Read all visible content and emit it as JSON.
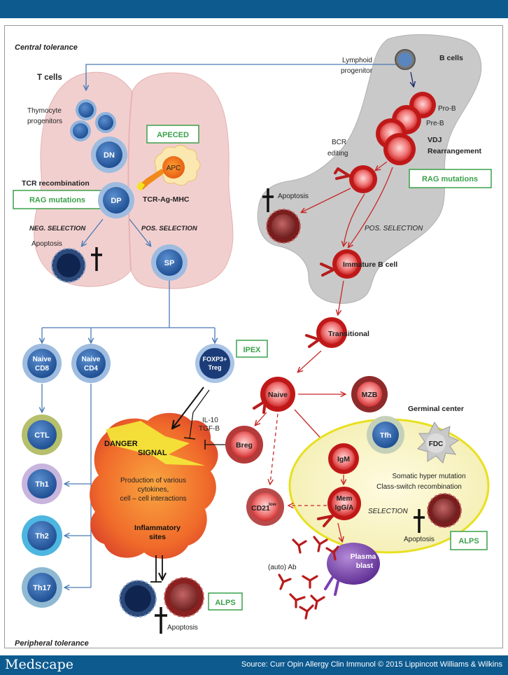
{
  "header": {
    "color": "#0d5a8f"
  },
  "footer": {
    "logo": "Medscape",
    "source": "Source: Curr Opin Allergy Clin Immunol © 2015 Lippincott Williams & Wilkins"
  },
  "diagram": {
    "central_tolerance": "Central tolerance",
    "peripheral_tolerance": "Peripheral tolerance",
    "t_cells": "T cells",
    "b_cells": "B cells",
    "lymphoid_progenitor_1": "Lymphoid",
    "lymphoid_progenitor_2": "progenitor",
    "thymocyte_1": "Thymocyte",
    "thymocyte_2": "progenitors",
    "dn": "DN",
    "dp": "DP",
    "sp": "SP",
    "apc": "APC",
    "tcr_recombination": "TCR recombination",
    "tcr_ag_mhc": "TCR-Ag-MHC",
    "neg_selection": "NEG. SELECTION",
    "pos_selection_t": "POS. SELECTION",
    "apoptosis_t": "Apoptosis",
    "apeced": "APECED",
    "rag_t": "RAG mutations",
    "pro_b": "Pro-B",
    "pre_b": "Pre-B",
    "vdj_1": "VDJ",
    "vdj_2": "Rearrangement",
    "bcr_1": "BCR",
    "bcr_2": "editing",
    "rag_b": "RAG mutations",
    "apoptosis_b": "Apoptosis",
    "pos_selection_b": "POS. SELECTION",
    "immature_b": "Immature B cell",
    "transitional": "Transitional",
    "naive_b": "Naive",
    "mzb": "MZB",
    "germinal_center": "Germinal center",
    "tfh": "Tfh",
    "fdc": "FDC",
    "igm": "IgM",
    "mem_1": "Mem",
    "mem_2": "IgG/A",
    "cd21": "CD21",
    "cd21_sup": "low",
    "shm": "Somatic hyper mutation",
    "csr": "Class-switch recombination",
    "selection_gc": "SELECTION",
    "apoptosis_gc": "Apoptosis",
    "alps_gc": "ALPS",
    "plasma_1": "Plasma",
    "plasma_2": "blast",
    "auto_ab": "(auto) Ab",
    "naive_cd8_1": "Naive",
    "naive_cd8_2": "CD8",
    "naive_cd4_1": "Naive",
    "naive_cd4_2": "CD4",
    "foxp3_1": "FOXP3+",
    "foxp3_2": "Treg",
    "ipex": "IPEX",
    "ctl": "CTL",
    "th1": "Th1",
    "th2": "Th2",
    "th17": "Th17",
    "il10": "IL-10",
    "tgfb": "TGF-B",
    "breg": "Breg",
    "danger": "DANGER",
    "signal": "SIGNAL",
    "production_1": "Production of various",
    "production_2": "cytokines,",
    "production_3": "cell – cell interactions",
    "inflammatory_1": "Inflammatory",
    "inflammatory_2": "sites",
    "alps_bottom": "ALPS",
    "apoptosis_bottom": "Apoptosis"
  }
}
